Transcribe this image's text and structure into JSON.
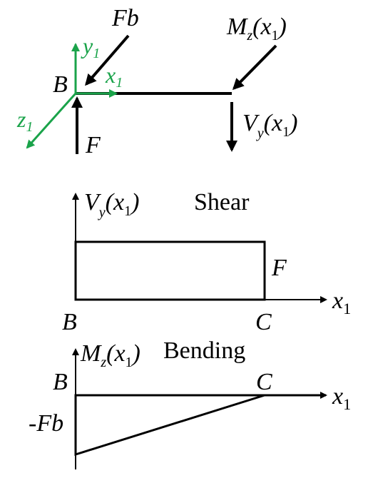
{
  "colors": {
    "ink": "#000000",
    "axis_green": "#1aa34a"
  },
  "fbd": {
    "force_fb_main": "Fb",
    "moment_main": "M",
    "moment_sub": "z",
    "moment_arg_open": "(x",
    "moment_arg_sub": "1",
    "moment_arg_close": ")",
    "shear_force_main": "V",
    "shear_force_sub": "y",
    "shear_force_arg_open": "(x",
    "shear_force_arg_sub": "1",
    "shear_force_arg_close": ")",
    "point_b": "B",
    "force_f": "F",
    "axis_y_main": "y",
    "axis_y_sub": "1",
    "axis_x_main": "x",
    "axis_x_sub": "1",
    "axis_z_main": "z",
    "axis_z_sub": "1"
  },
  "shear_diagram": {
    "title": "Shear",
    "ylabel_main": "V",
    "ylabel_sub": "y",
    "ylabel_arg_open": "(x",
    "ylabel_arg_sub": "1",
    "ylabel_arg_close": ")",
    "value_label": "F",
    "xlabel_main": "x",
    "xlabel_sub": "1",
    "left_label": "B",
    "right_label": "C"
  },
  "bending_diagram": {
    "title": "Bending",
    "ylabel_main": "M",
    "ylabel_sub": "z",
    "ylabel_arg_open": "(x",
    "ylabel_arg_sub": "1",
    "ylabel_arg_close": ")",
    "value_label": "-Fb",
    "xlabel_main": "x",
    "xlabel_sub": "1",
    "left_label": "B",
    "right_label": "C"
  }
}
